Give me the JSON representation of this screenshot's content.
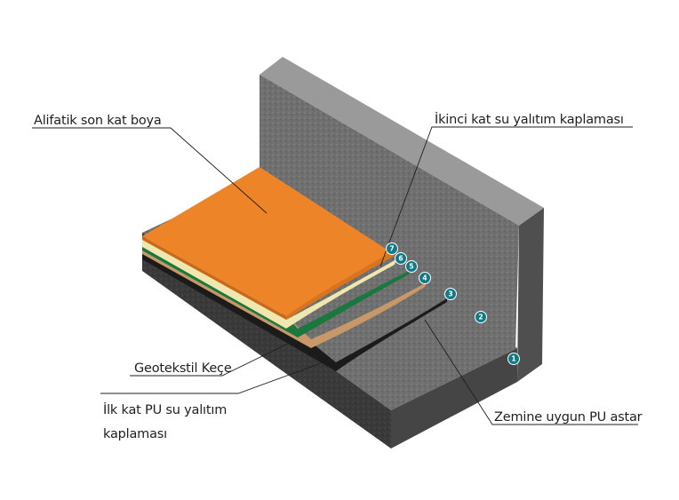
{
  "labels": {
    "alifatik": "Alifatik son kat boya",
    "ikinci": "İkinci kat su yalıtım kaplaması",
    "geotekstil": "Geotekstil Keçe",
    "ilk_line1": "İlk kat PU su yalıtım",
    "ilk_line2": "kaplaması",
    "zemine": "Zemine uygun PU astar"
  },
  "markers": [
    "7",
    "6",
    "5",
    "4",
    "3",
    "2",
    "1"
  ],
  "colors": {
    "concrete_top": "#7a7a7a",
    "concrete_front": "#5e5e5e",
    "concrete_dark": "#3d3d3d",
    "orange": "#ee8428",
    "cream": "#efe6b0",
    "green": "#19783d",
    "tan": "#c89868",
    "black": "#1b1b1b",
    "marker": "#127a86"
  }
}
